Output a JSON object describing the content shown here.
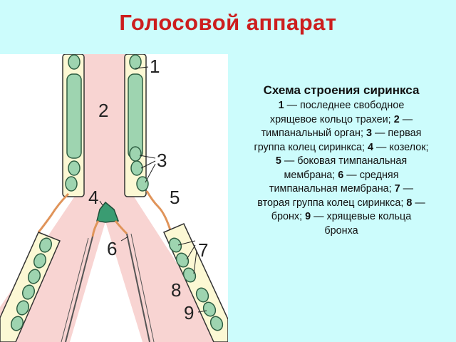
{
  "title": "Голосовой аппарат",
  "caption": {
    "heading": "Схема строения сиринкса",
    "items": [
      {
        "num": "1",
        "text": " — последнее свободное хрящевое кольцо трахеи;"
      },
      {
        "num": "2",
        "text": " — тимпанальный орган;"
      },
      {
        "num": "3",
        "text": " — первая группа колец сиринкса;"
      },
      {
        "num": "4",
        "text": " — козелок;"
      },
      {
        "num": "5",
        "text": " — боковая тимпанальная мембрана;"
      },
      {
        "num": "6",
        "text": " — средняя тимпанальная мембрана;"
      },
      {
        "num": "7",
        "text": " — вторая группа колец сиринкса;"
      },
      {
        "num": "8",
        "text": " — бронх;"
      },
      {
        "num": "9",
        "text": " — хрящевые кольца бронха"
      }
    ]
  },
  "diagram": {
    "labels": [
      "1",
      "2",
      "3",
      "4",
      "5",
      "6",
      "7",
      "8",
      "9"
    ],
    "colors": {
      "lumen": "#f8d4d2",
      "wall": "#fcf8d4",
      "ring_fill": "#9ed4b0",
      "ring_stroke": "#2e5e42",
      "pessulus": "#3a9c72",
      "membrane": "#e0945a"
    }
  }
}
